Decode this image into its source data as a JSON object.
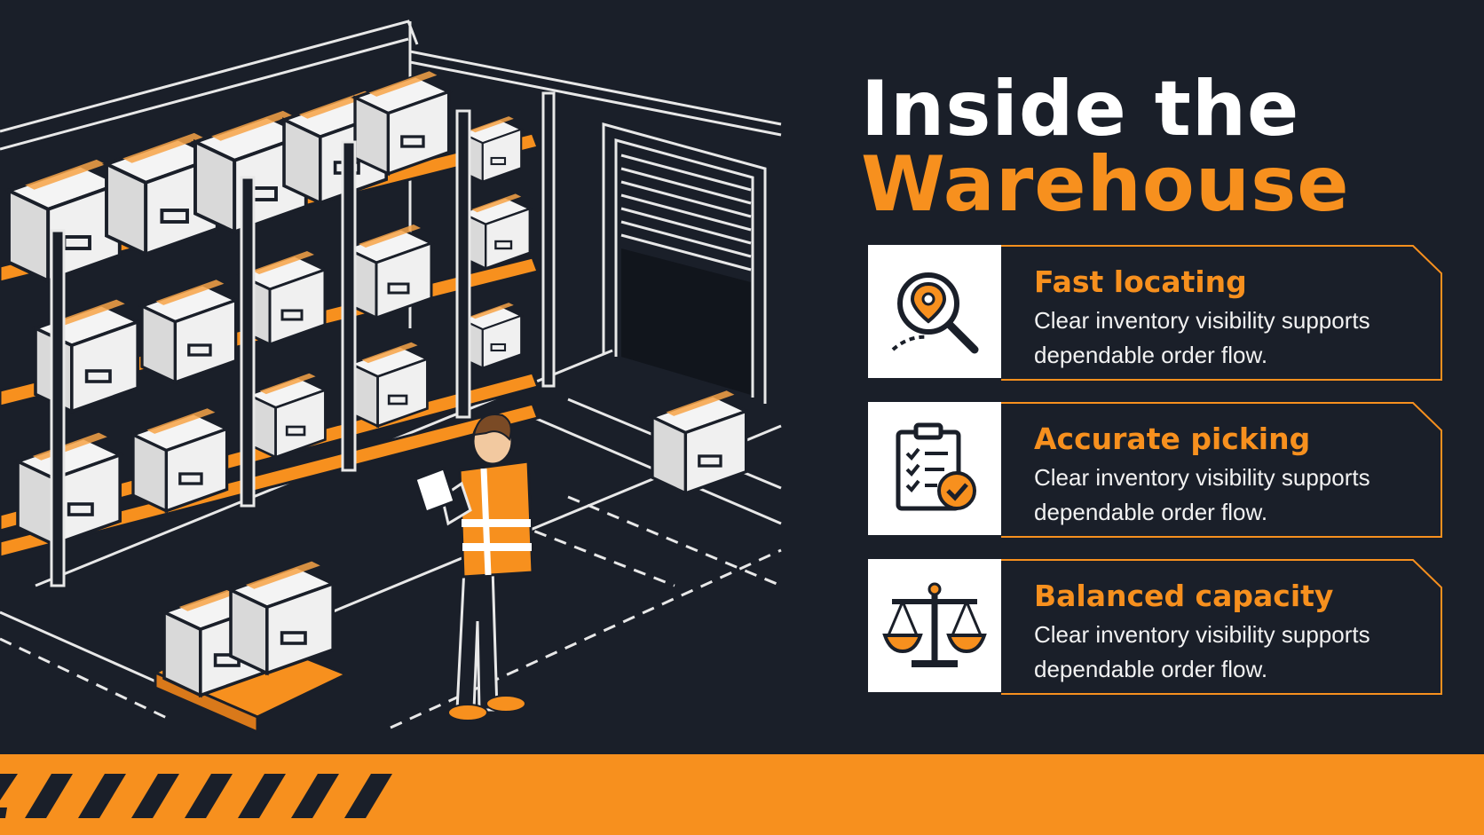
{
  "title": {
    "line1": "Inside the",
    "line2": "Warehouse"
  },
  "features": [
    {
      "title": "Fast locating",
      "description": "Clear inventory visibility supports dependable order flow.",
      "icon": "location-search-icon"
    },
    {
      "title": "Accurate picking",
      "description": "Clear inventory visibility supports dependable order flow.",
      "icon": "clipboard-check-icon"
    },
    {
      "title": "Balanced capacity",
      "description": "Clear inventory visibility supports dependable order flow.",
      "icon": "balance-scale-icon"
    }
  ],
  "colors": {
    "background": "#1a1f29",
    "accent": "#f7901e",
    "text": "#ffffff"
  }
}
